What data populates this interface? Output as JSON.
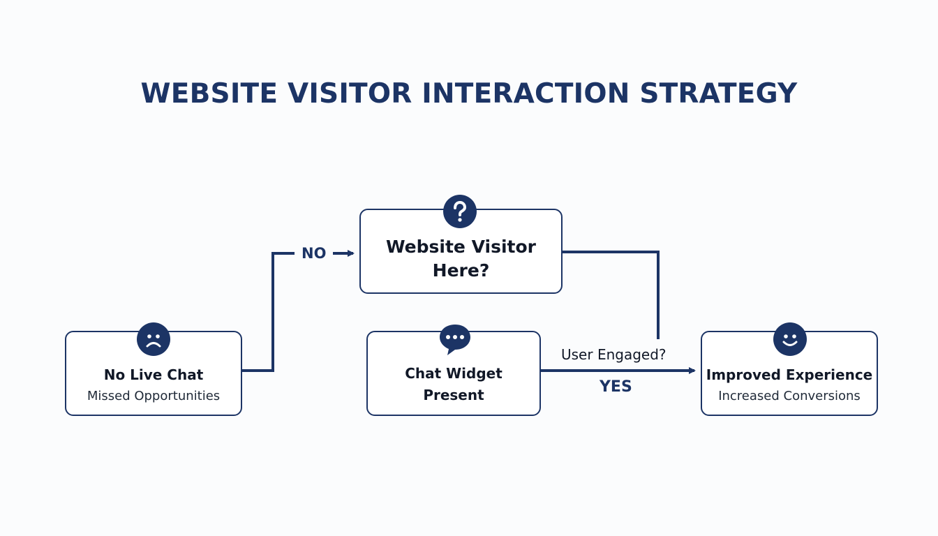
{
  "title": "WEBSITE VISITOR INTERACTION STRATEGY",
  "nodes": {
    "visitor": {
      "label": "Website Visitor Here?",
      "line1": "Website Visitor",
      "line2": "Here?",
      "icon": "question-icon"
    },
    "no_chat": {
      "title": "No Live Chat",
      "subtitle": "Missed Opportunities",
      "icon": "sad-face-icon"
    },
    "widget": {
      "label": "Chat Widget Present",
      "line1": "Chat Widget",
      "line2": "Present",
      "icon": "chat-bubble-icon"
    },
    "improved": {
      "title": "Improved Experience",
      "subtitle": "Increased Conversions",
      "icon": "smile-face-icon"
    }
  },
  "edges": {
    "no": "NO",
    "engaged": "User Engaged?",
    "yes": "YES"
  },
  "colors": {
    "primary": "#1c3465",
    "background": "#fbfcfd"
  }
}
